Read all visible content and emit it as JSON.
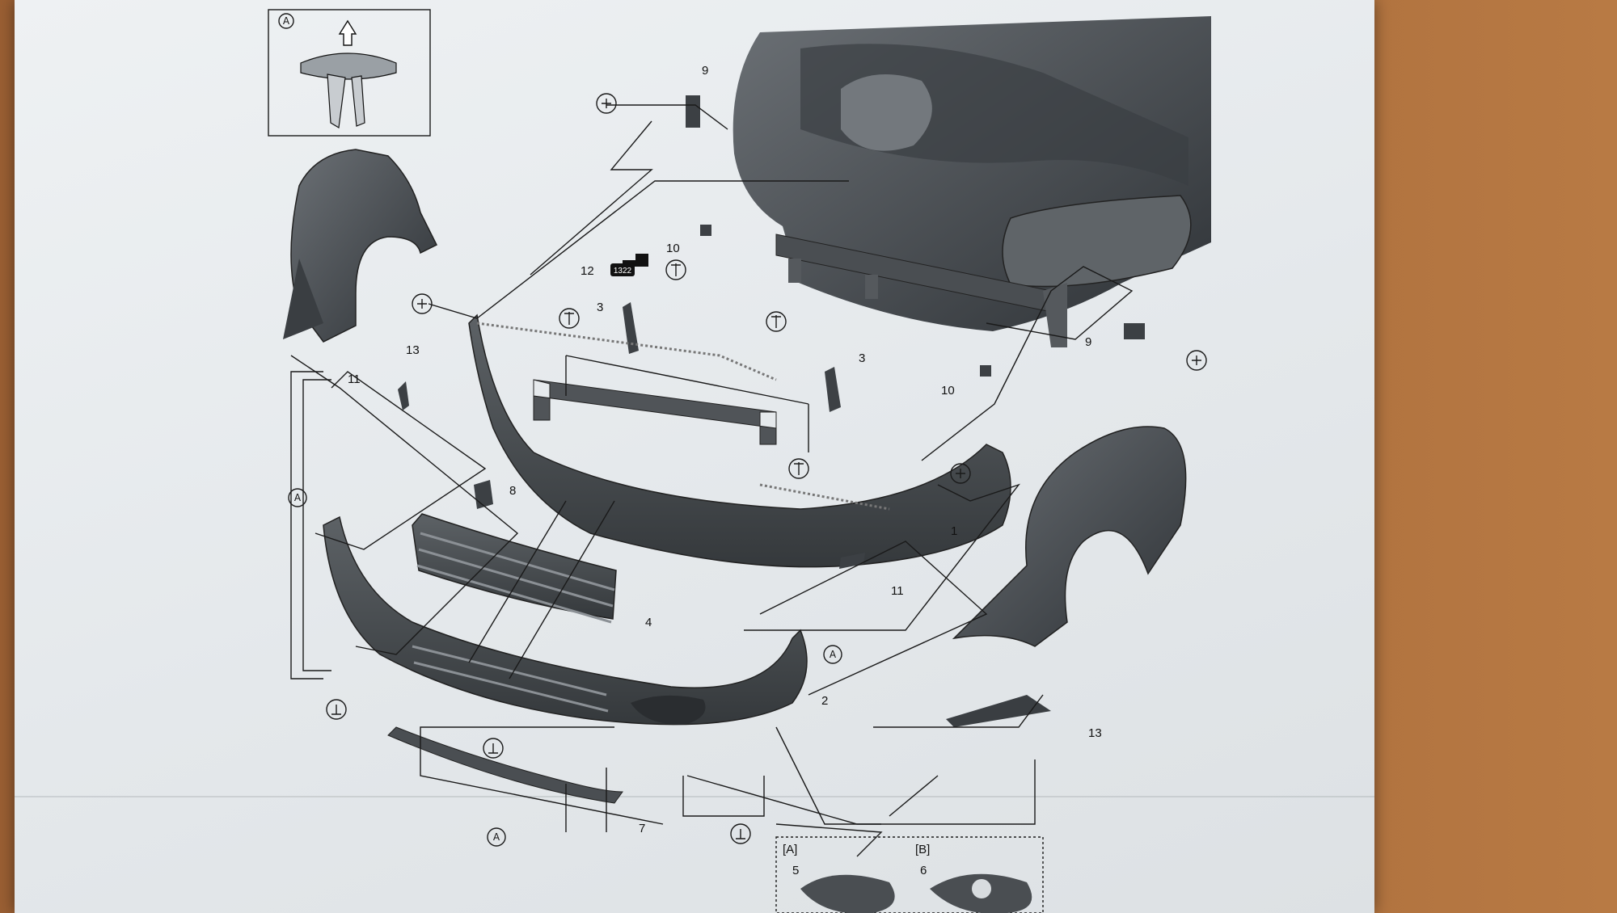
{
  "callouts": {
    "c1": "1",
    "c2": "2",
    "c3a": "3",
    "c3b": "3",
    "c4": "4",
    "c5": "5",
    "c6": "6",
    "c7": "7",
    "c8": "8",
    "c9a": "9",
    "c9b": "9",
    "c10a": "10",
    "c10b": "10",
    "c11a": "11",
    "c11b": "11",
    "c12": "12",
    "c13a": "13",
    "c13b": "13"
  },
  "tag_1322": "1322",
  "marker_a": "A",
  "inset_labels": {
    "a": "[A]",
    "b": "[B]"
  },
  "colors": {
    "paper": "#e6eaed",
    "ink": "#1a1a1a",
    "part": "#4a4e52",
    "desk": "#a86a3a"
  }
}
